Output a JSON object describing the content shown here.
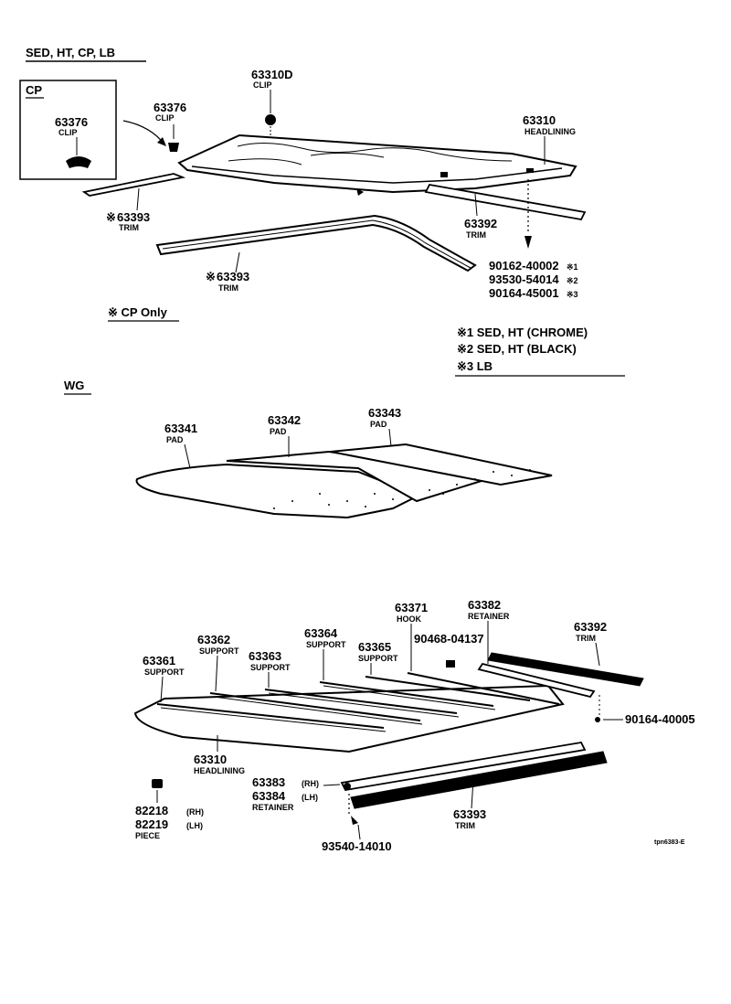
{
  "sections": {
    "top": "SED, HT, CP, LB",
    "cp_inset": "CP",
    "wg": "WG"
  },
  "top": {
    "clip_inset_num": "63376",
    "clip_inset_name": "CLIP",
    "clip_num": "63376",
    "clip_name": "CLIP",
    "clip_d_num": "63310D",
    "clip_d_name": "CLIP",
    "headlining_num": "63310",
    "headlining_name": "HEADLINING",
    "trim_upper_num": "63393",
    "trim_upper_name": "TRIM",
    "trim_upper_mark": "※",
    "trim_lower_num": "63393",
    "trim_lower_name": "TRIM",
    "trim_lower_mark": "※",
    "trim_rear_num": "63392",
    "trim_rear_name": "TRIM",
    "screw1": "90162-40002",
    "screw1_mark": "※1",
    "screw2": "93530-54014",
    "screw2_mark": "※2",
    "screw3": "90164-45001",
    "screw3_mark": "※3",
    "cp_only": "※ CP Only"
  },
  "notes": [
    "※1 SED, HT (CHROME)",
    "※2 SED, HT (BLACK)",
    "※3 LB"
  ],
  "wg_pads": {
    "p1_num": "63341",
    "p1_name": "PAD",
    "p2_num": "63342",
    "p2_name": "PAD",
    "p3_num": "63343",
    "p3_name": "PAD"
  },
  "wg": {
    "hook_num": "63371",
    "hook_name": "HOOK",
    "retainer_num": "63382",
    "retainer_name": "RETAINER",
    "trim_top_num": "63392",
    "trim_top_name": "TRIM",
    "s1_num": "63361",
    "s1_name": "SUPPORT",
    "s2_num": "63362",
    "s2_name": "SUPPORT",
    "s3_num": "63363",
    "s3_name": "SUPPORT",
    "s4_num": "63364",
    "s4_name": "SUPPORT",
    "s5_num": "63365",
    "s5_name": "SUPPORT",
    "bolt_num": "90468-04137",
    "screw_num": "90164-40005",
    "headlining_num": "63310",
    "headlining_name": "HEADLINING",
    "ret_rh_num": "63383",
    "ret_rh_side": "(RH)",
    "ret_lh_num": "63384",
    "ret_lh_side": "(LH)",
    "ret_name": "RETAINER",
    "trim_bottom_num": "63393",
    "trim_bottom_name": "TRIM",
    "piece_rh_num": "82218",
    "piece_rh_side": "(RH)",
    "piece_lh_num": "82219",
    "piece_lh_side": "(LH)",
    "piece_name": "PIECE",
    "screw_bottom_num": "93540-14010",
    "ref_code": "tpn6383-E"
  }
}
